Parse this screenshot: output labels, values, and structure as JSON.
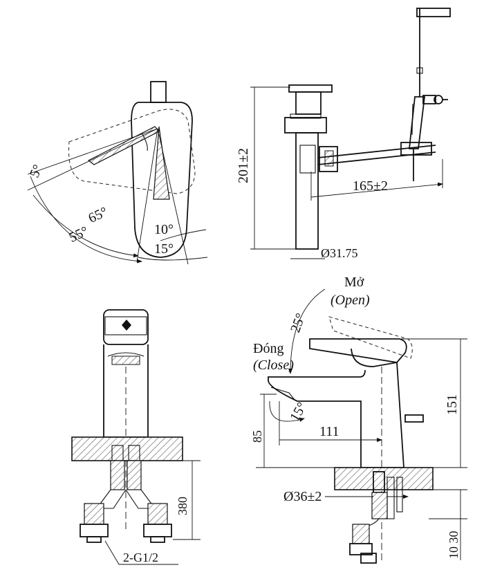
{
  "top_left_view": {
    "angle_5": "5°",
    "angle_65": "65°",
    "angle_55": "55°",
    "angle_10": "10°",
    "angle_15": "15°"
  },
  "top_right_view": {
    "height_dim": "201±2",
    "rod_dim": "165±2",
    "diameter_dim": "Ø31.75"
  },
  "bottom_left_view": {
    "height_dim": "380",
    "thread_label": "2-G1/2"
  },
  "bottom_right_view": {
    "open_label": "Mở",
    "open_label_en": "(Open)",
    "close_label": "Đóng",
    "close_label_en": "(Close)",
    "angle_25": "25°",
    "angle_15": "15°",
    "spout_height": "85",
    "reach_dim": "111",
    "body_height": "151",
    "hole_dim": "Ø36±2",
    "bottom_dims": "10 30"
  }
}
